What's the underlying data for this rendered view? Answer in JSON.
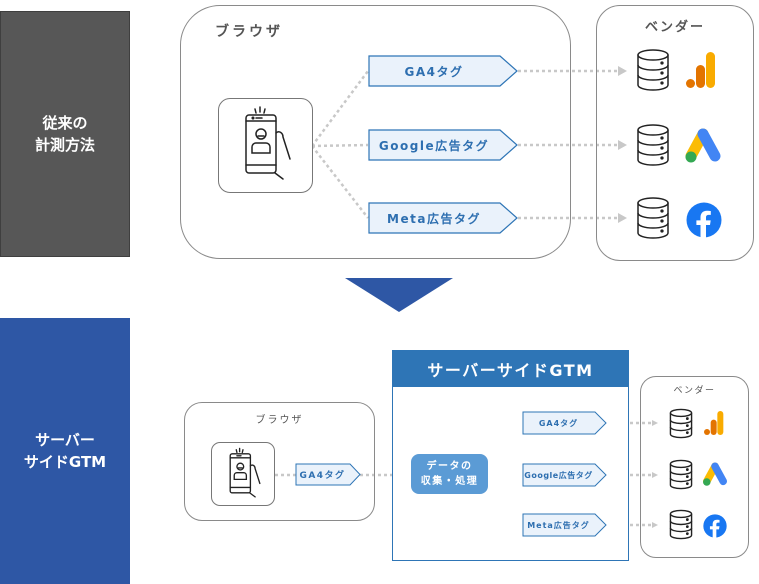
{
  "traditional": {
    "label": "従来の\n計測方法",
    "browser_title": "ブラウザ",
    "vendor_title": "ベンダー",
    "tags": [
      "GA4タグ",
      "Google広告タグ",
      "Meta広告タグ"
    ],
    "vendors": [
      {
        "icon": "database-icon",
        "logo": "google-analytics-logo-icon"
      },
      {
        "icon": "database-icon",
        "logo": "google-ads-logo-icon"
      },
      {
        "icon": "database-icon",
        "logo": "facebook-logo-icon"
      }
    ]
  },
  "server_side": {
    "label": "サーバー\nサイドGTM",
    "browser_title": "ブラウザ",
    "browser_tag": "GA4タグ",
    "gtm_title": "サーバーサイドGTM",
    "processing_label": "データの\n収集・処理",
    "tags": [
      "GA4タグ",
      "Google広告タグ",
      "Meta広告タグ"
    ],
    "vendor_title": "ベンダー",
    "vendors": [
      {
        "icon": "database-icon",
        "logo": "google-analytics-logo-icon"
      },
      {
        "icon": "database-icon",
        "logo": "google-ads-logo-icon"
      },
      {
        "icon": "database-icon",
        "logo": "facebook-logo-icon"
      }
    ]
  },
  "colors": {
    "dark_panel": "#575757",
    "blue_panel": "#2E57A5",
    "gtm_header": "#2E75B6",
    "tag_fill": "#EAF2FB",
    "tag_text": "#2E6FB0",
    "processing_box": "#5B9BD5",
    "ga_orange": "#E37400",
    "ga_yellow": "#F9AB00",
    "ads_blue": "#4285F4",
    "ads_yellow": "#FBBC04",
    "ads_green": "#34A853",
    "facebook_blue": "#1877F2"
  }
}
